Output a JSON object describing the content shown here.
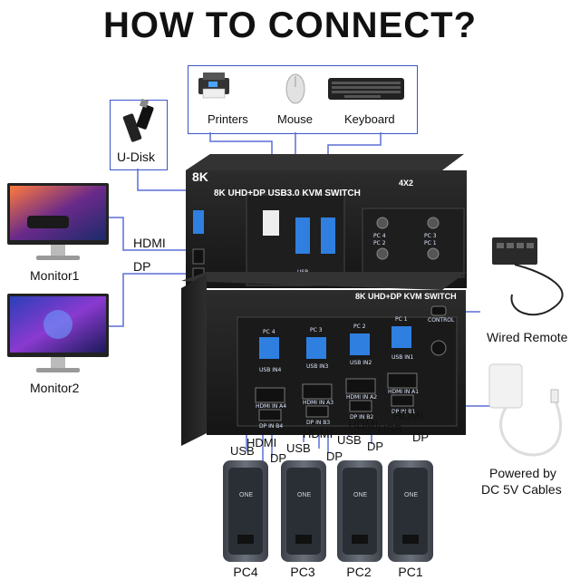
{
  "title": "HOW TO CONNECT?",
  "peripherals": {
    "printers": "Printers",
    "mouse": "Mouse",
    "keyboard": "Keyboard",
    "udisk": "U-Disk"
  },
  "monitors": {
    "monitor1": "Monitor1",
    "monitor2": "Monitor2",
    "hdmi": "HDMI",
    "dp": "DP"
  },
  "switch": {
    "top_label": "8K UHD+DP USB3.0 KVM SWITCH",
    "top_badge": "4X2",
    "front_label": "8K UHD+DP KVM SWITCH",
    "logo": "8K",
    "usb_mark": "USB",
    "control_mark": "CONTROL",
    "buttons": [
      "PC 4",
      "PC 3",
      "PC 2",
      "PC 1"
    ],
    "ports": [
      {
        "pc": "PC 4",
        "usb": "USB IN4",
        "hdmi": "HDMI IN A4",
        "dp": "DP IN B4"
      },
      {
        "pc": "PC 3",
        "usb": "USB IN3",
        "hdmi": "HDMI IN A3",
        "dp": "DP IN B3"
      },
      {
        "pc": "PC 2",
        "usb": "USB IN2",
        "hdmi": "HDMI IN A2",
        "dp": "DP IN B2"
      },
      {
        "pc": "PC 1",
        "usb": "USB IN1",
        "hdmi": "HDMI IN A1",
        "dp": "DP IN B1"
      }
    ]
  },
  "accessories": {
    "remote": "Wired Remote",
    "power_line1": "Powered by",
    "power_line2": "DC 5V Cables"
  },
  "cables": {
    "usb": "USB",
    "hdmi": "HDMI",
    "dp": "DP"
  },
  "pcs": [
    "PC4",
    "PC3",
    "PC2",
    "PC1"
  ],
  "pc_brand": "ONE",
  "colors": {
    "frame_blue": "#3a55c9",
    "cable_blue": "#5b6fd6",
    "switch_body": "#262626",
    "port_blue": "#2f7fe0"
  }
}
